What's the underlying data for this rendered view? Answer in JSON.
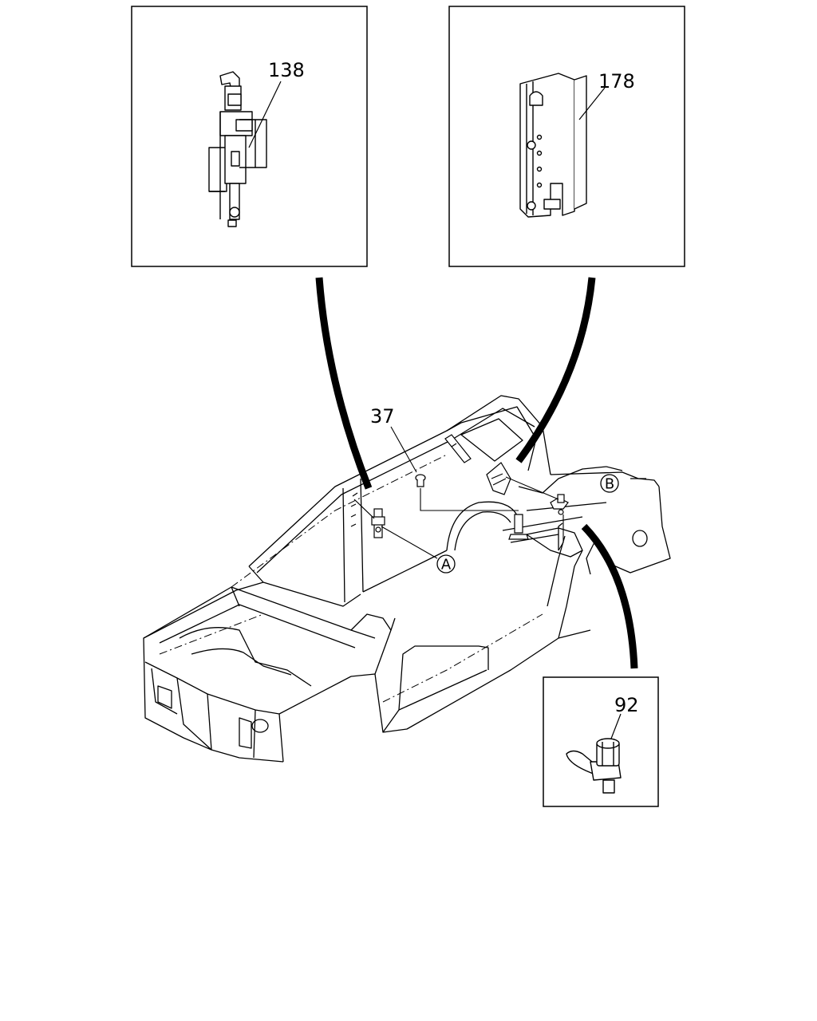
{
  "diagram": {
    "callouts": {
      "part_138": "138",
      "part_178": "178",
      "part_37": "37",
      "part_92": "92"
    },
    "reference_markers": {
      "a": "A",
      "b": "B"
    }
  }
}
